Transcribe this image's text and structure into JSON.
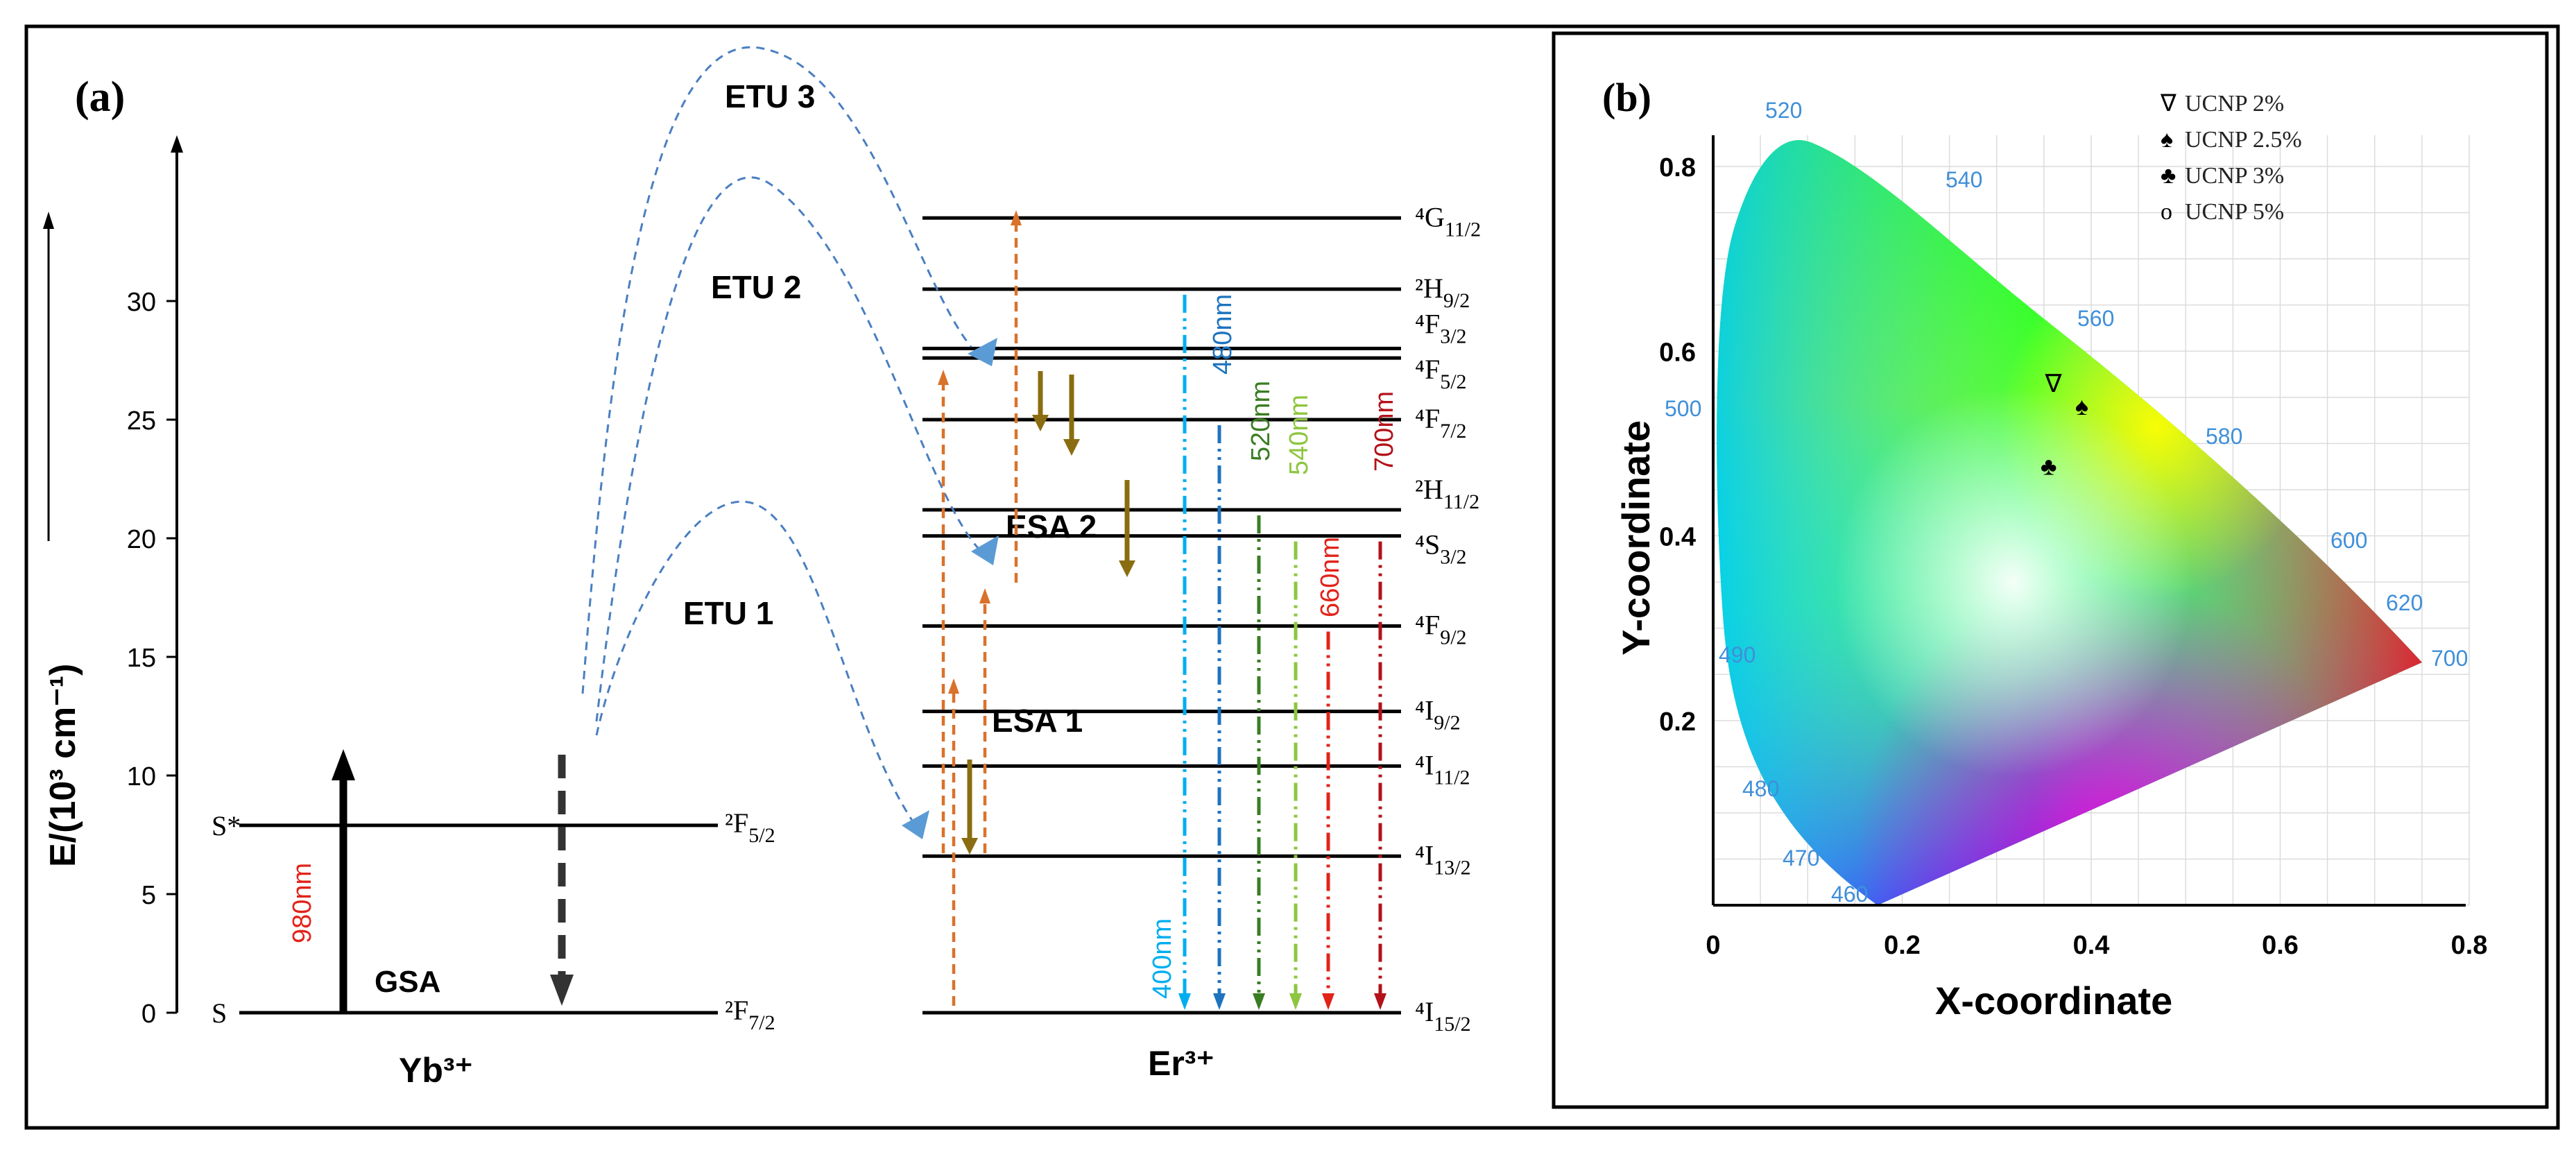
{
  "panel_a": {
    "label": "(a)",
    "y_axis_label": "E/(10³ cm⁻¹)",
    "y_ticks": [
      "0",
      "5",
      "10",
      "15",
      "20",
      "25",
      "30"
    ],
    "y_tick_values": [
      0,
      5,
      10,
      15,
      20,
      25,
      30
    ],
    "yb": {
      "ion_label": "Yb³⁺",
      "levels": [
        {
          "energy": 0,
          "left_label": "S",
          "term_base": "²F",
          "term_sub": "7/2"
        },
        {
          "energy": 7.9,
          "left_label": "S*",
          "term_base": "²F",
          "term_sub": "5/2"
        }
      ],
      "absorption_label": "980nm",
      "gsa_label": "GSA"
    },
    "er": {
      "ion_label": "Er³⁺",
      "levels": [
        {
          "energy": 0,
          "term_base": "⁴I",
          "term_sub": "15/2"
        },
        {
          "energy": 6.6,
          "term_base": "⁴I",
          "term_sub": "13/2"
        },
        {
          "energy": 10.4,
          "term_base": "⁴I",
          "term_sub": "11/2"
        },
        {
          "energy": 12.7,
          "term_base": "⁴I",
          "term_sub": "9/2"
        },
        {
          "energy": 16.3,
          "term_base": "⁴F",
          "term_sub": "9/2"
        },
        {
          "energy": 20.1,
          "term_base": "⁴S",
          "term_sub": "3/2"
        },
        {
          "energy": 21.2,
          "term_base": "²H",
          "term_sub": "11/2"
        },
        {
          "energy": 25.0,
          "term_base": "⁴F",
          "term_sub": "7/2"
        },
        {
          "energy": 27.6,
          "term_base": "⁴F",
          "term_sub": "5/2"
        },
        {
          "energy": 28.0,
          "term_base": "⁴F",
          "term_sub": "3/2"
        },
        {
          "energy": 30.5,
          "term_base": "²H",
          "term_sub": "9/2"
        },
        {
          "energy": 33.5,
          "term_base": "⁴G",
          "term_sub": "11/2"
        }
      ],
      "emissions": [
        {
          "label": "400nm",
          "color": "#00aeef"
        },
        {
          "label": "480nm",
          "color": "#1e73be"
        },
        {
          "label": "520nm",
          "color": "#3a7d22"
        },
        {
          "label": "540nm",
          "color": "#8dc63f"
        },
        {
          "label": "660nm",
          "color": "#e2231a"
        },
        {
          "label": "700nm",
          "color": "#b3121a"
        }
      ]
    },
    "transfer_labels": [
      "ETU 1",
      "ETU 2",
      "ETU 3",
      "ESA 1",
      "ESA 2"
    ],
    "colors": {
      "level_line": "#000000",
      "excitation_arrow": "#d9722b",
      "relaxation_arrow": "#8a6d10",
      "etu_curve": "#4a7fc1",
      "etu_arrowhead": "#5b9bd5",
      "nm_red": "#e2231a"
    }
  },
  "panel_b": {
    "label": "(b)",
    "x_axis_label": "X-coordinate",
    "y_axis_label": "Y-coordinate",
    "x_ticks": [
      "0",
      "0.2",
      "0.4",
      "0.6",
      "0.8"
    ],
    "y_ticks": [
      "0.2",
      "0.4",
      "0.6",
      "0.8"
    ],
    "wavelength_labels": [
      "460",
      "470",
      "480",
      "490",
      "500",
      "520",
      "540",
      "560",
      "580",
      "600",
      "620",
      "700"
    ],
    "wavelength_color": "#3f8fd9",
    "legend": [
      {
        "marker": "∇",
        "label": "UCNP 2%"
      },
      {
        "marker": "♠",
        "label": "UCNP 2.5%"
      },
      {
        "marker": "♣",
        "label": "UCNP 3%"
      },
      {
        "marker": "o",
        "label": "UCNP 5%"
      }
    ],
    "chart_data": {
      "type": "scatter",
      "xlim": [
        0,
        0.8
      ],
      "ylim": [
        0,
        0.85
      ],
      "series": [
        {
          "name": "UCNP 2%",
          "x": 0.36,
          "y": 0.565
        },
        {
          "name": "UCNP 2.5%",
          "x": 0.39,
          "y": 0.54
        },
        {
          "name": "UCNP 3%",
          "x": 0.355,
          "y": 0.475
        }
      ]
    }
  }
}
